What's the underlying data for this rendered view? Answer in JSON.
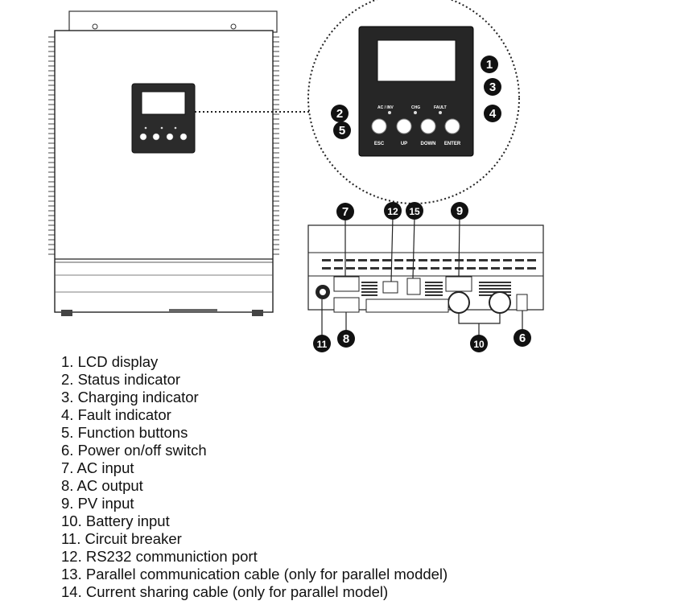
{
  "front_panel": {
    "indicators": [
      "AC / INV",
      "CHG",
      "FAULT"
    ],
    "buttons": [
      "ESC",
      "UP",
      "DOWN",
      "ENTER"
    ]
  },
  "callouts": [
    "1",
    "2",
    "3",
    "4",
    "5",
    "6",
    "7",
    "8",
    "9",
    "10",
    "11",
    "12",
    "15"
  ],
  "legend": [
    "1. LCD display",
    "2. Status indicator",
    "3. Charging indicator",
    "4. Fault indicator",
    "5. Function buttons",
    "6. Power on/off switch",
    "7. AC input",
    "8. AC output",
    "9. PV input",
    "10. Battery input",
    "11. Circuit breaker",
    "12. RS232 communiction port",
    "13. Parallel communication cable (only for parallel moddel)",
    "14. Current sharing cable (only for parallel model)"
  ]
}
